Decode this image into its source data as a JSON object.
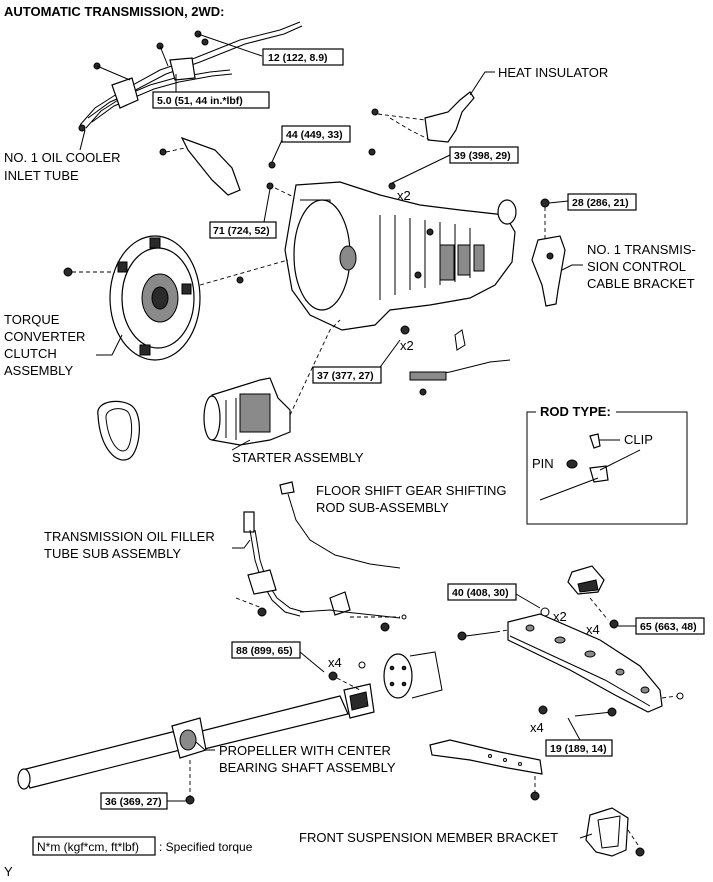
{
  "title": "AUTOMATIC TRANSMISSION, 2WD:",
  "parts": {
    "oil_cooler_tube": [
      "NO. 1 OIL COOLER",
      "INLET TUBE"
    ],
    "heat_insulator": "HEAT INSULATOR",
    "torque_converter": [
      "TORQUE",
      "CONVERTER",
      "CLUTCH",
      "ASSEMBLY"
    ],
    "cable_bracket": [
      "NO. 1 TRANSMIS-",
      "SION CONTROL",
      "CABLE BRACKET"
    ],
    "starter": "STARTER ASSEMBLY",
    "rod_type_title": "ROD TYPE:",
    "clip": "CLIP",
    "pin": "PIN",
    "floor_shift_rod": [
      "FLOOR SHIFT GEAR SHIFTING",
      "ROD SUB-ASSEMBLY"
    ],
    "filler_tube": [
      "TRANSMISSION OIL FILLER",
      "TUBE SUB ASSEMBLY"
    ],
    "propeller": [
      "PROPELLER WITH CENTER",
      "BEARING SHAFT ASSEMBLY"
    ],
    "front_bracket": "FRONT SUSPENSION MEMBER BRACKET"
  },
  "torques": {
    "t12": "12 (122, 8.9)",
    "t5": "5.0 (51, 44 in.*lbf)",
    "t44": "44 (449, 33)",
    "t71": "71 (724, 52)",
    "t39": "39 (398, 29)",
    "t28": "28 (286, 21)",
    "t37": "37 (377, 27)",
    "t40": "40 (408, 30)",
    "t65": "65 (663, 48)",
    "t88": "88 (899, 65)",
    "t19": "19 (189, 14)",
    "t36": "36 (369, 27)"
  },
  "multipliers": {
    "m39": "x2",
    "m37": "x2",
    "m40": "x2",
    "m65": "x4",
    "m88": "x4",
    "m19": "x4"
  },
  "legend": {
    "unit": "N*m (kgf*cm, ft*lbf)",
    "desc": ": Specified torque"
  },
  "corner_mark": "Y"
}
